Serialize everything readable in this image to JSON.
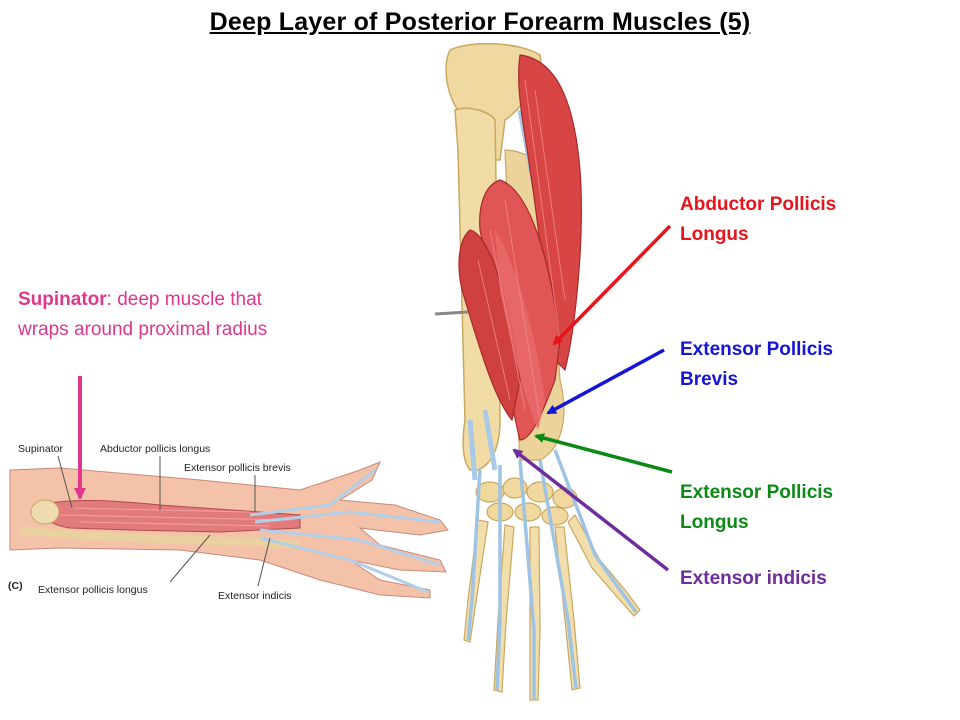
{
  "title": "Deep Layer of Posterior Forearm Muscles (5)",
  "colors": {
    "abductor": "#e8141c",
    "brevis": "#1515d6",
    "longus": "#0b8a16",
    "indicis": "#6e2c9c",
    "supinator": "#e0368c"
  },
  "labels": {
    "abductor_line1": "Abductor Pollicis",
    "abductor_line2": "Longus",
    "brevis_line1": "Extensor Pollicis",
    "brevis_line2": "Brevis",
    "longus_line1": "Extensor Pollicis",
    "longus_line2": "Longus",
    "indicis": "Extensor indicis"
  },
  "supinator_note": {
    "term": "Supinator",
    "desc_line1": ": deep muscle that",
    "desc_line2": "wraps around proximal radius"
  },
  "inset_labels": {
    "supinator": "Supinator",
    "abductor": "Abductor pollicis longus",
    "brevis": "Extensor pollicis brevis",
    "panel": "(C)",
    "longus": "Extensor pollicis longus",
    "indicis": "Extensor indicis"
  }
}
